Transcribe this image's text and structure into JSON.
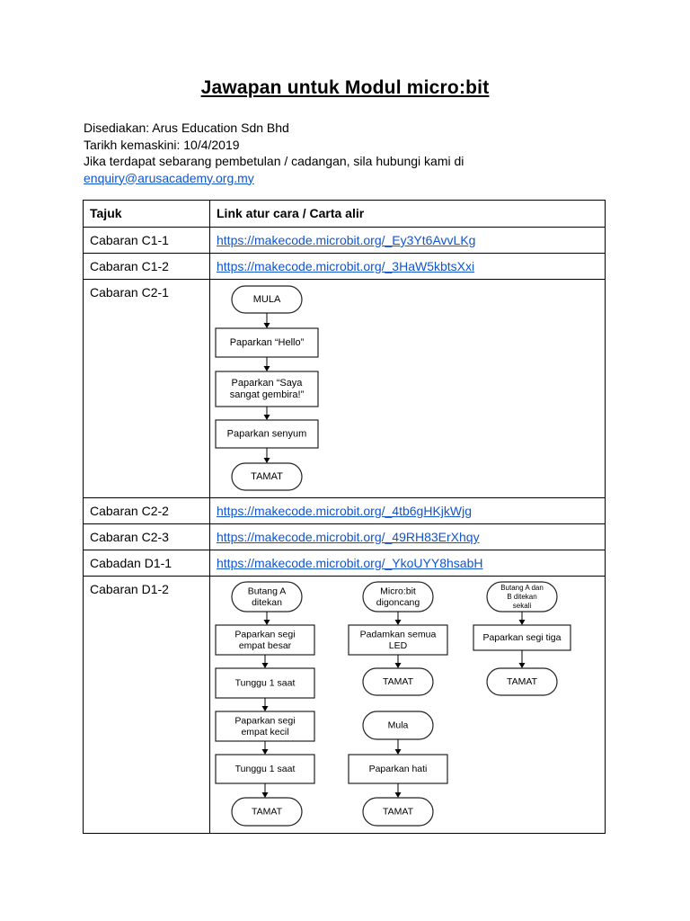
{
  "document": {
    "title": "Jawapan untuk Modul micro:bit",
    "meta": {
      "prepared_by": "Disediakan: Arus Education Sdn Bhd",
      "updated": "Tarikh kemaskini: 10/4/2019",
      "contact_note": "Jika terdapat sebarang pembetulan / cadangan, sila hubungi kami di",
      "email": "enquiry@arusacademy.org.my"
    }
  },
  "table": {
    "headers": [
      "Tajuk",
      "Link atur cara / Carta alir"
    ],
    "rows": [
      {
        "title": "Cabaran C1-1",
        "link": "https://makecode.microbit.org/_Ey3Yt6AvvLKg"
      },
      {
        "title": "Cabaran C1-2",
        "link": "https://makecode.microbit.org/_3HaW5kbtsXxi"
      },
      {
        "title": "Cabaran C2-1"
      },
      {
        "title": "Cabaran C2-2",
        "link": "https://makecode.microbit.org/_4tb6gHKjkWjg"
      },
      {
        "title": "Cabaran C2-3",
        "link": "https://makecode.microbit.org/_49RH83ErXhqy"
      },
      {
        "title": "Cabadan D1-1",
        "link": "https://makecode.microbit.org/_YkoUYY8hsabH"
      },
      {
        "title": "Cabaran D1-2"
      }
    ]
  },
  "flowchart_c2_1": [
    [
      "MULA"
    ],
    [
      "Paparkan “Hello”"
    ],
    [
      "Paparkan “Saya",
      "sangat gembira!”"
    ],
    [
      "Paparkan senyum"
    ],
    [
      "TAMAT"
    ]
  ],
  "flowchart_d1_2": {
    "col1": [
      [
        "Butang A",
        "ditekan"
      ],
      [
        "Paparkan segi",
        "empat besar"
      ],
      [
        "Tunggu 1 saat"
      ],
      [
        "Paparkan segi",
        "empat kecil"
      ],
      [
        "Tunggu 1 saat"
      ],
      [
        "TAMAT"
      ]
    ],
    "col2": [
      [
        "Micro:bit",
        "digoncang"
      ],
      [
        "Padamkan semua",
        "LED"
      ],
      [
        "TAMAT"
      ]
    ],
    "col3": [
      [
        "Butang A dan",
        "B ditekan",
        "sekali"
      ],
      [
        "Paparkan segi tiga"
      ],
      [
        "TAMAT"
      ]
    ],
    "col2b": [
      [
        "Mula"
      ],
      [
        "Paparkan hati"
      ],
      [
        "TAMAT"
      ]
    ]
  }
}
